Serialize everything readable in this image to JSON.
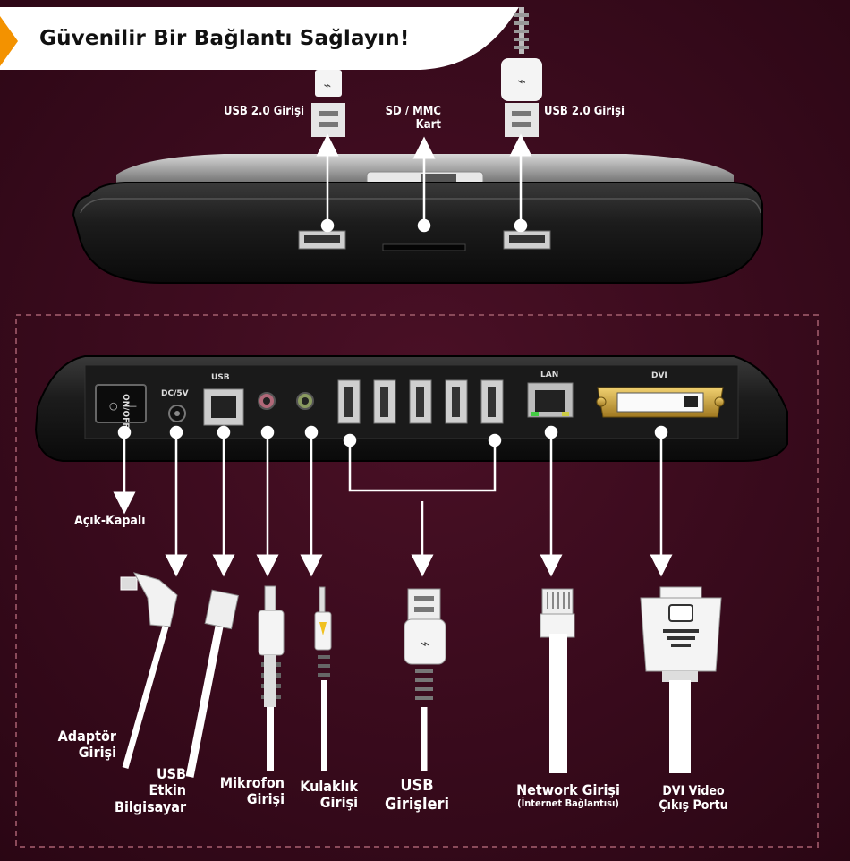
{
  "title": "Güvenilir Bir Bağlantı Sağlayın!",
  "top_labels": {
    "usb_left": "USB 2.0 Girişi",
    "sd_line1": "SD / MMC",
    "sd_line2": "Kart",
    "usb_right": "USB 2.0 Girişi"
  },
  "panel_labels": {
    "on_off": "ON/OFF",
    "dc": "DC/5V",
    "usb": "USB",
    "lan": "LAN",
    "dvi": "DVI"
  },
  "bottom_labels": {
    "acik_kapali": "Açık-Kapalı",
    "adaptor_1": "Adaptör",
    "adaptor_2": "Girişi",
    "usb_pc_1": "USB",
    "usb_pc_2": "Etkin",
    "usb_pc_3": "Bilgisayar",
    "mic_1": "Mikrofon",
    "mic_2": "Girişi",
    "head_1": "Kulaklık",
    "head_2": "Girişi",
    "usb_in_1": "USB",
    "usb_in_2": "Girişleri",
    "net_1": "Network Girişi",
    "net_2": "(İnternet Bağlantısı)",
    "dvi_1": "DVI Video",
    "dvi_2": "Çıkış Portu"
  },
  "colors": {
    "background": "#3a0a1c",
    "accent": "#f39200"
  }
}
